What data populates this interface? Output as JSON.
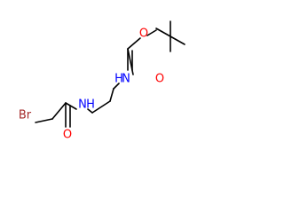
{
  "colors": {
    "background": "#ffffff",
    "bond": "#000000",
    "bromine": "#a52a2a",
    "nitrogen": "#0000ff",
    "oxygen": "#ff0000"
  },
  "atoms": {
    "br": "Br",
    "n_left": "N",
    "n_right": "N",
    "o_amide": "O",
    "o_ester": "O",
    "o_carbonyl": "O"
  },
  "hydrogens": {
    "n_left": "H",
    "n_right": "H"
  }
}
